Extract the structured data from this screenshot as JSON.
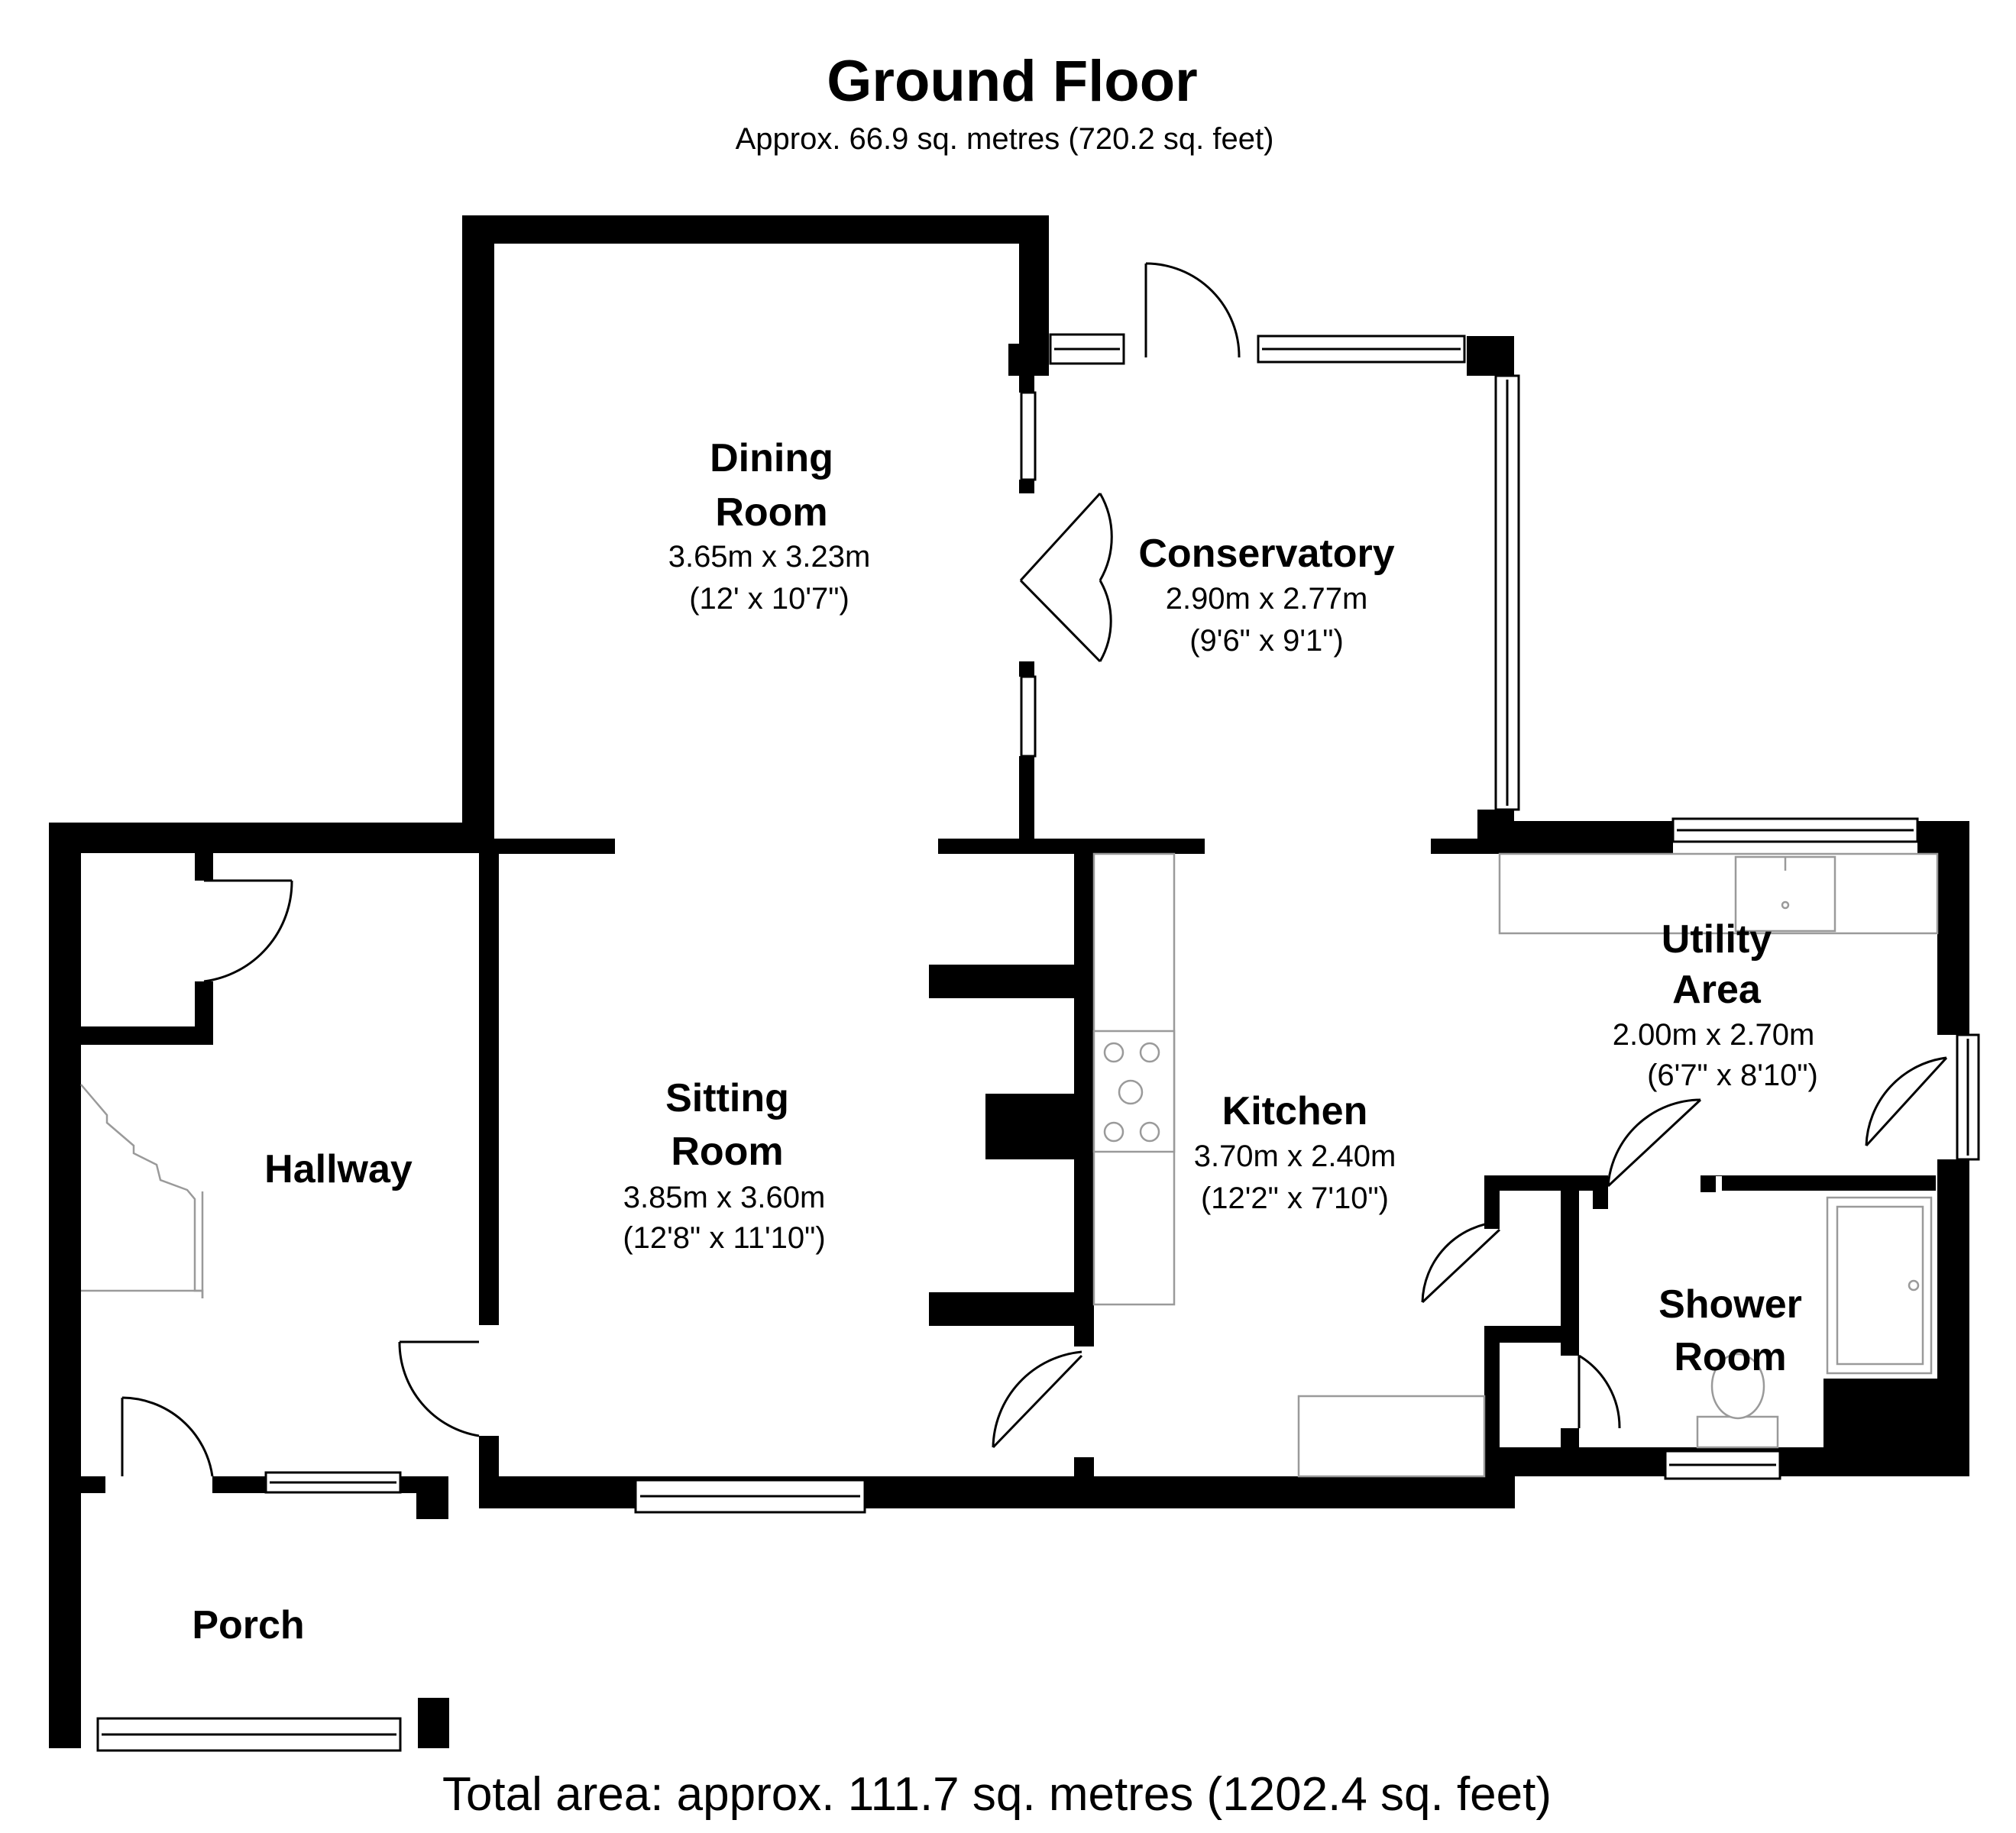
{
  "plan": {
    "title": "Ground Floor",
    "subtitle": "Approx.  66.9 sq. metres (720.2 sq. feet)",
    "total": "Total area: approx. 111.7 sq. metres (1202.4 sq. feet)"
  },
  "rooms": {
    "dining": {
      "name1": "Dining",
      "name2": "Room",
      "metric": "3.65m x 3.23m",
      "imperial": "(12' x 10'7\")"
    },
    "conservatory": {
      "name1": "Conservatory",
      "metric": "2.90m x 2.77m",
      "imperial": "(9'6\" x 9'1\")"
    },
    "utility": {
      "name1": "Utility",
      "name2": "Area",
      "metric": "2.00m x 2.70m",
      "imperial": "(6'7\" x 8'10\")"
    },
    "hallway": {
      "name1": "Hallway"
    },
    "sitting": {
      "name1": "Sitting",
      "name2": "Room",
      "metric": "3.85m x 3.60m",
      "imperial": "(12'8\" x 11'10\")"
    },
    "kitchen": {
      "name1": "Kitchen",
      "metric": "3.70m x 2.40m",
      "imperial": "(12'2\" x 7'10\")"
    },
    "shower": {
      "name1": "Shower",
      "name2": "Room"
    },
    "porch": {
      "name1": "Porch"
    }
  }
}
